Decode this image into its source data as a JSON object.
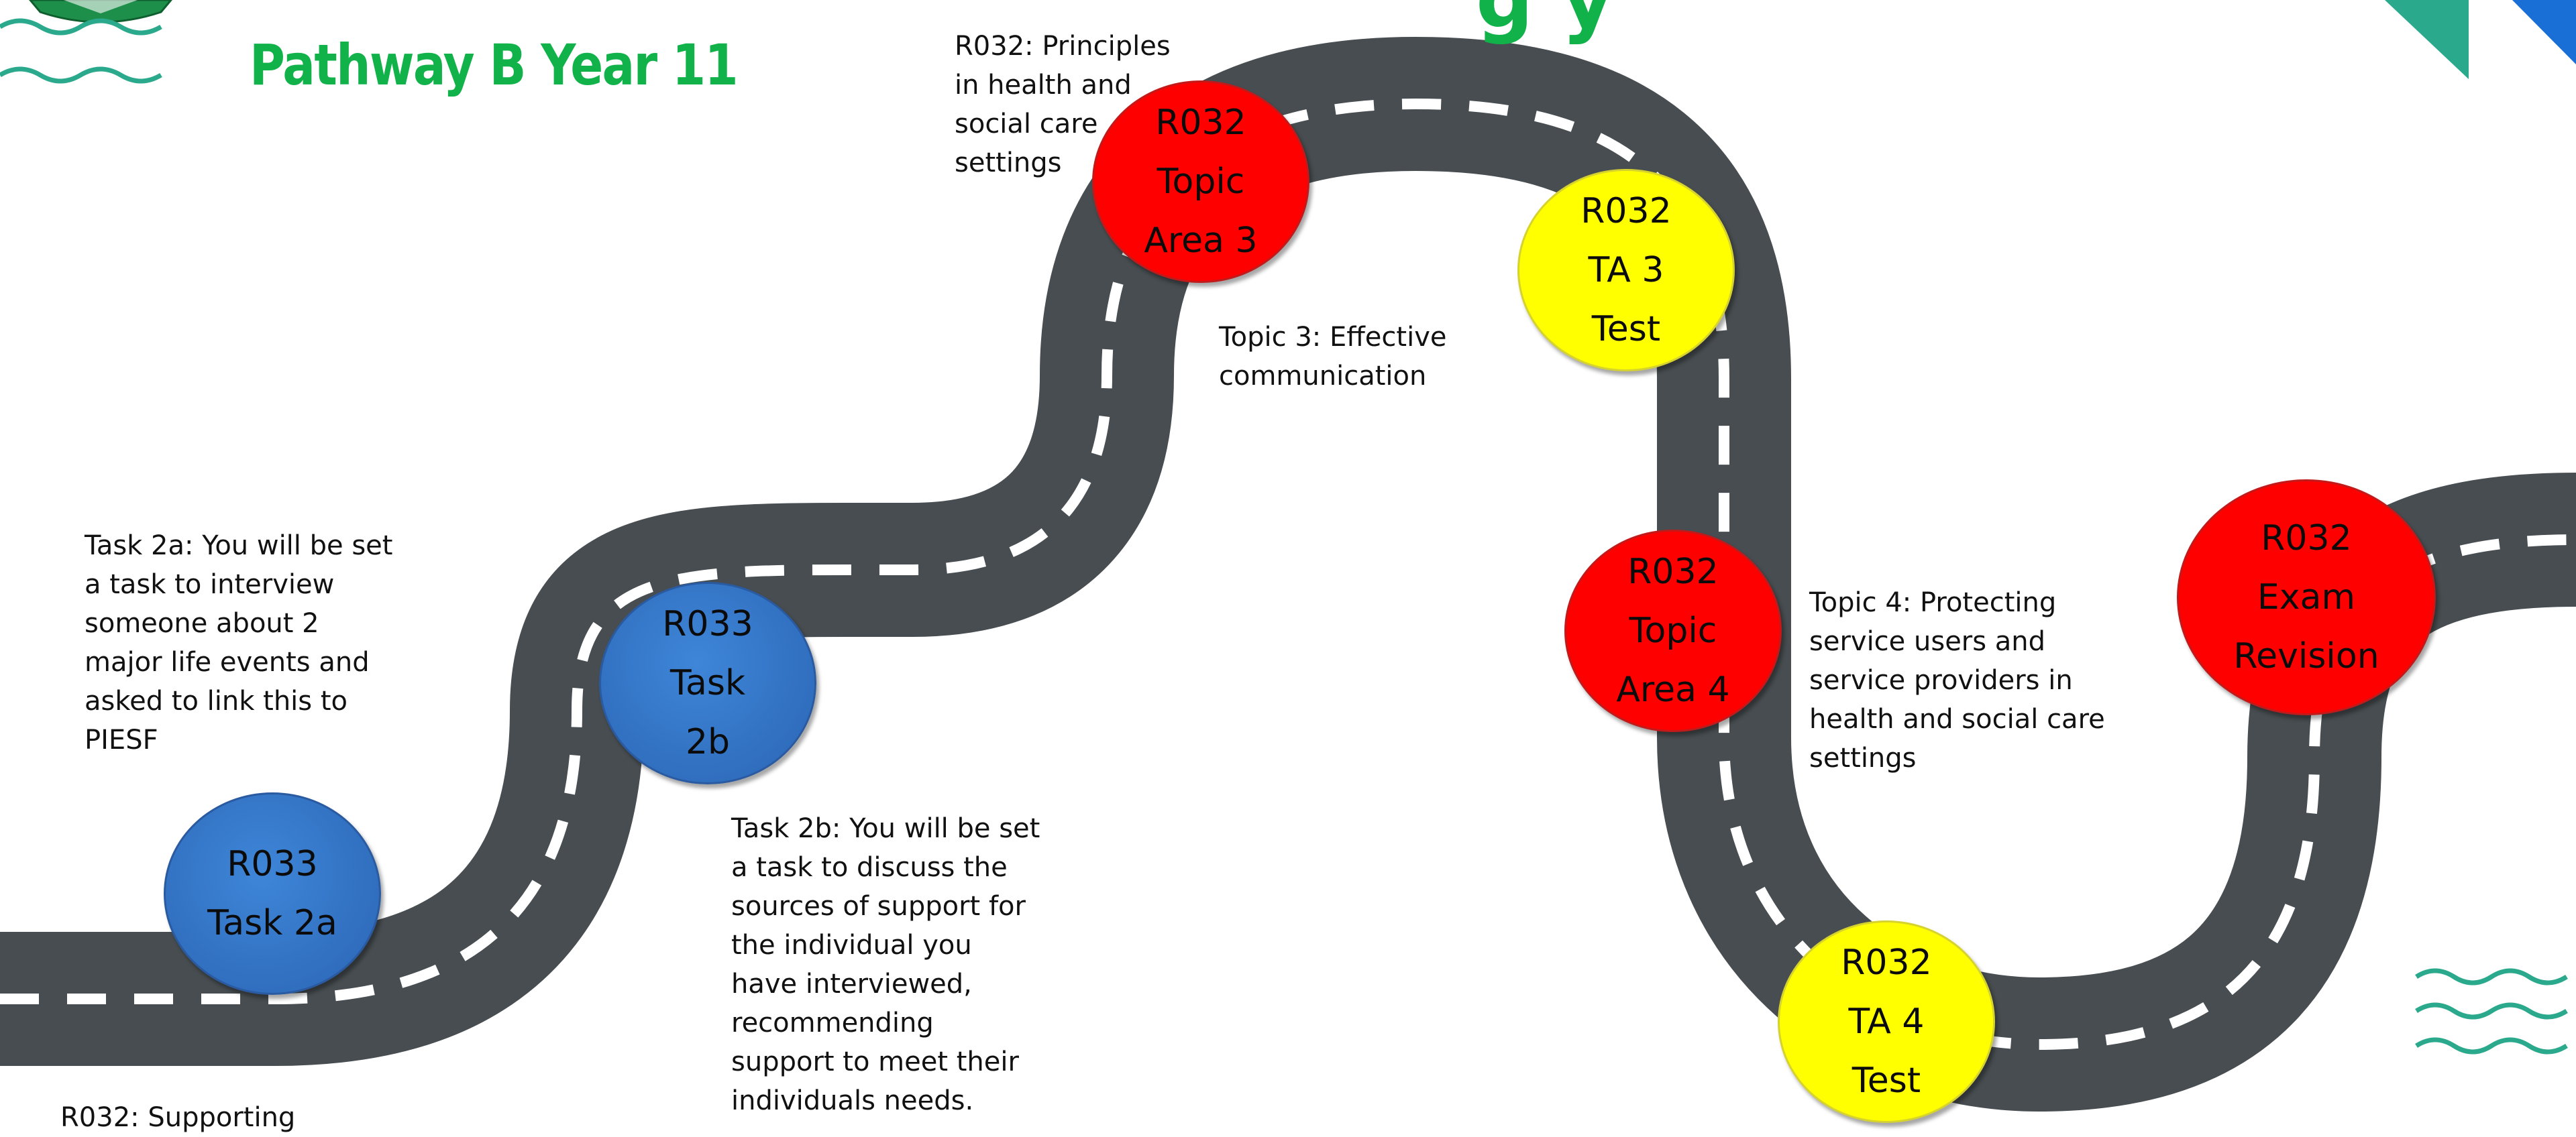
{
  "header": {
    "title": "Pathway B Year 11",
    "big_title_fragment": "g   y"
  },
  "colors": {
    "title_green": "#12b24b",
    "road": "#474d50",
    "road_dash": "#ffffff",
    "node_red": "#ff0000",
    "node_yellow": "#ffff00",
    "node_blue": "#2e6dc2",
    "accent_teal": "#2aa98c",
    "accent_blue": "#1a6fd6"
  },
  "icons": [
    "school-logo",
    "wave-decoration-left",
    "wave-decoration-right",
    "triangle-decoration"
  ],
  "milestones": [
    {
      "id": "r033-task-2a",
      "color": "blue",
      "lines": [
        "R033",
        "Task 2a"
      ]
    },
    {
      "id": "r033-task-2b",
      "color": "blue",
      "lines": [
        "R033",
        "Task",
        "2b"
      ]
    },
    {
      "id": "r032-topic-area-3",
      "color": "red",
      "lines": [
        "R032",
        "Topic",
        "Area 3"
      ]
    },
    {
      "id": "r032-ta3-test",
      "color": "yellow",
      "lines": [
        "R032",
        "TA 3",
        "Test"
      ]
    },
    {
      "id": "r032-topic-area-4",
      "color": "red",
      "lines": [
        "R032",
        "Topic",
        "Area 4"
      ]
    },
    {
      "id": "r032-ta4-test",
      "color": "yellow",
      "lines": [
        "R032",
        "TA 4",
        "Test"
      ]
    },
    {
      "id": "r032-exam-revision",
      "color": "red",
      "lines": [
        "R032",
        "Exam",
        "Revision"
      ]
    }
  ],
  "notes": {
    "task_2a": [
      "Task 2a: You will be set",
      "a task to interview",
      "someone about 2",
      "major life events and",
      "asked to link this to",
      "PIESF"
    ],
    "task_2b": [
      "Task 2b: You will be set",
      "a task to discuss the",
      "sources of support for",
      "the individual you",
      "have interviewed,",
      "recommending",
      "support to meet their",
      "individuals needs."
    ],
    "r032_principles": [
      "R032: Principles",
      "in health and",
      "social care",
      "settings"
    ],
    "topic_3": [
      "Topic 3: Effective",
      "communication"
    ],
    "topic_4": [
      "Topic 4: Protecting",
      "service users and",
      "service providers in",
      "health and social care",
      "settings"
    ],
    "bottom_cut": [
      "R032: Supporting"
    ]
  }
}
